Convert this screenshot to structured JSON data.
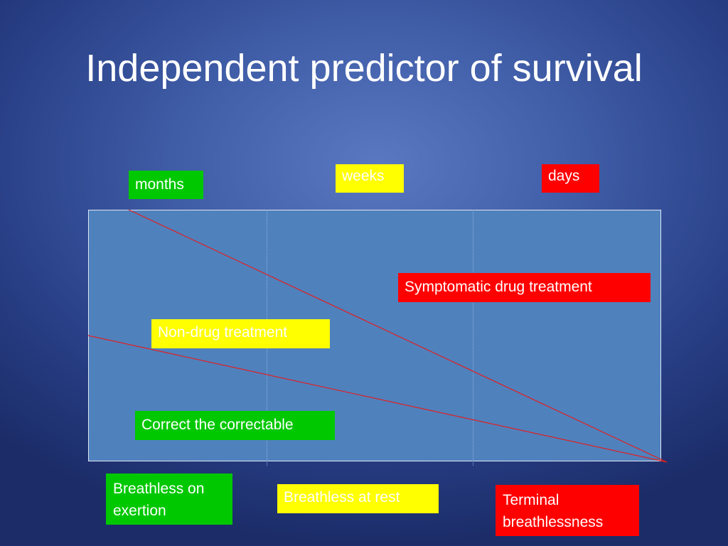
{
  "slide": {
    "title": "Independent predictor of survival"
  },
  "colors": {
    "green": "#00c800",
    "yellow": "#ffff00",
    "red": "#ff0000",
    "panel": "#4f81bd",
    "line": "#e02020",
    "background": "#3f5ca6"
  },
  "timescales": {
    "months": "months",
    "weeks": "weeks",
    "days": "days"
  },
  "treatments": {
    "symptomatic": "Symptomatic drug treatment",
    "non_drug": "Non-drug treatment",
    "correct": "Correct the correctable"
  },
  "stages": {
    "exertion": "Breathless on exertion",
    "rest": "Breathless at rest",
    "terminal": "Terminal breathlessness"
  }
}
